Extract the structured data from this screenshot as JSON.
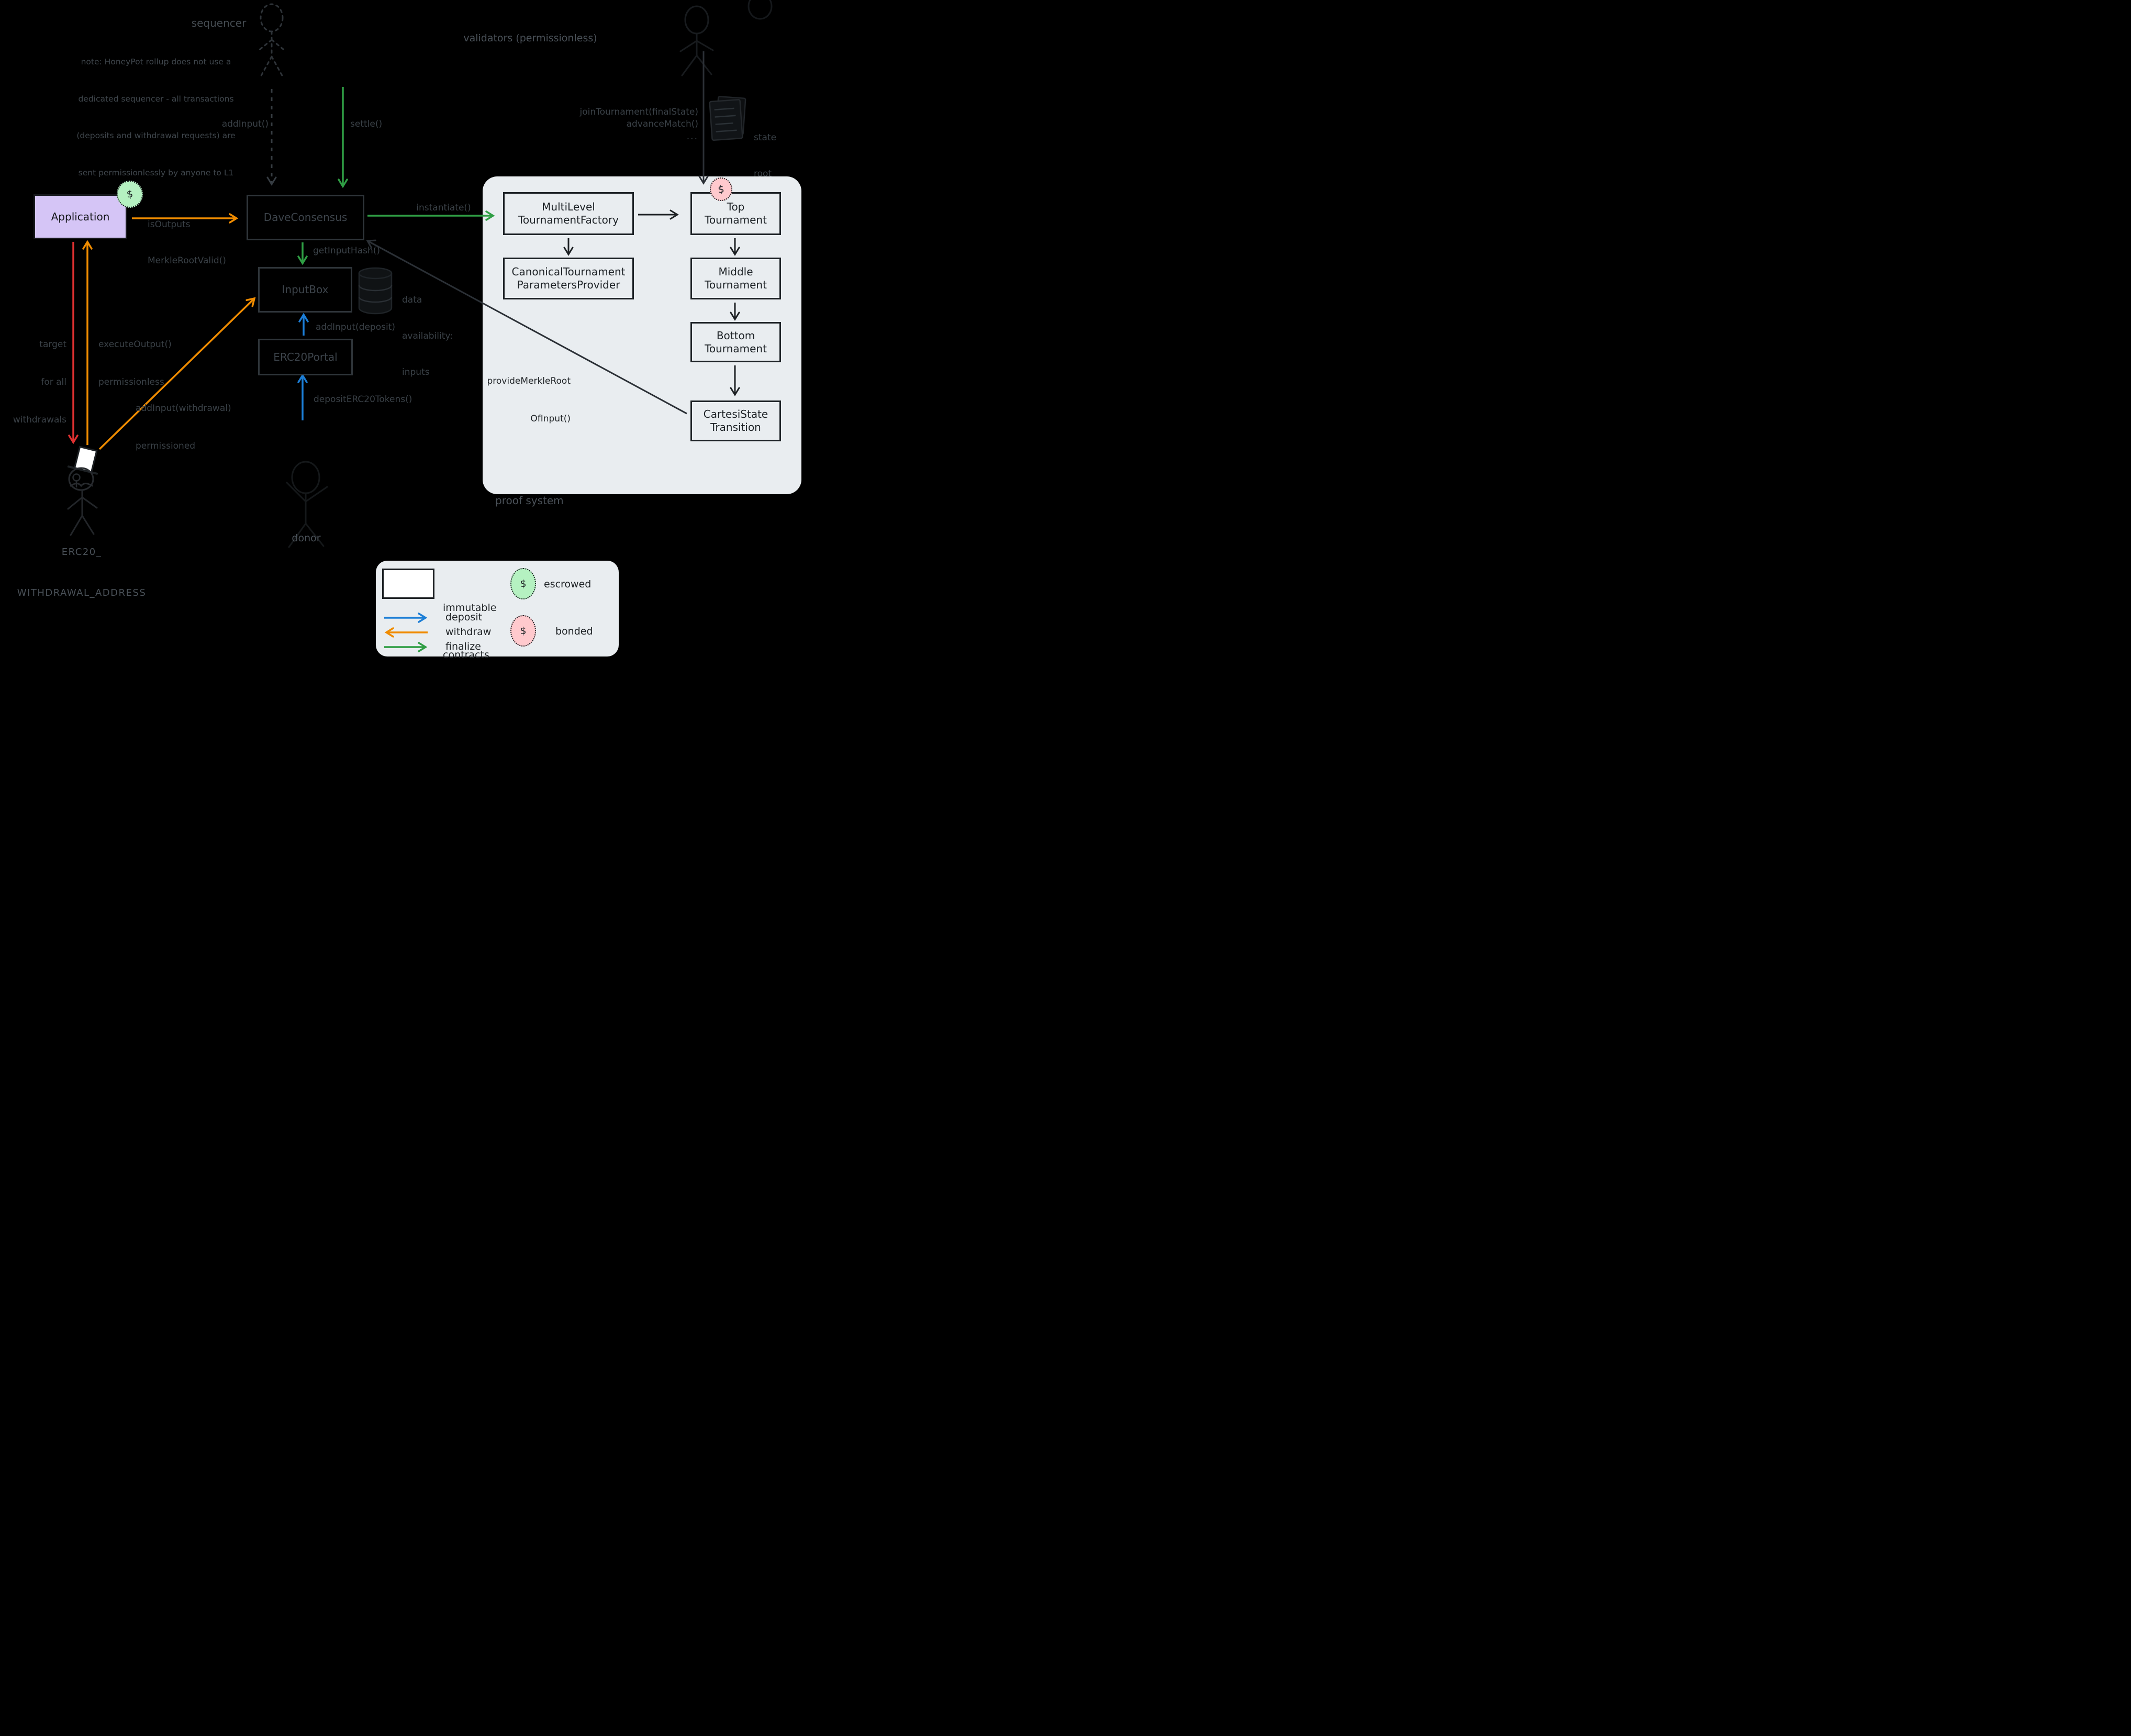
{
  "colors": {
    "background": "#000000",
    "application_fill": "#d5c5f6",
    "panel_fill": "#e9edf0",
    "escrowed_fill": "#b5f1c1",
    "bonded_fill": "#ffc9cd",
    "deposit_blue": "#1c7ed6",
    "withdraw_orange": "#f08c00",
    "finalize_green": "#2f9e44",
    "target_red": "#e03131"
  },
  "sequencer": {
    "title": "sequencer",
    "note_lines": [
      "note: HoneyPot rollup does not use a",
      "dedicated sequencer - all transactions",
      "(deposits and withdrawal requests) are",
      "sent permissionlessly by anyone to L1"
    ],
    "add_input_label": "addInput()"
  },
  "validators": {
    "label": "validators (permissionless)",
    "settle_label": "settle()",
    "join_tournament_label": "joinTournament(finalState)",
    "advance_match_label": "advanceMatch()",
    "ellipsis": "...",
    "state_root_lines": [
      "state",
      "root"
    ]
  },
  "application": {
    "label": "Application",
    "escrow_symbol": "$",
    "is_outputs_lines": [
      "isOutputs",
      "MerkleRootValid()"
    ]
  },
  "dave_consensus": {
    "label": "DaveConsensus",
    "instantiate_label": "instantiate()",
    "get_input_hash_label": "getInputHash()"
  },
  "input_box": {
    "label": "InputBox",
    "data_availability_lines": [
      "data",
      "availability:",
      "inputs"
    ],
    "add_input_deposit_label": "addInput(deposit)"
  },
  "erc20_portal": {
    "label": "ERC20Portal",
    "deposit_label": "depositERC20Tokens()"
  },
  "donor": {
    "label": "donor"
  },
  "withdrawal": {
    "target_lines": [
      "target",
      "for all",
      "withdrawals"
    ],
    "execute_output_lines": [
      "executeOutput()",
      "permissionless"
    ],
    "add_input_withdrawal_lines": [
      "addInput(withdrawal)",
      "permissioned"
    ],
    "address_lines": [
      "ERC20_",
      "WITHDRAWAL_ADDRESS"
    ]
  },
  "proof_system": {
    "label": "proof system",
    "bond_symbol": "$",
    "factory_lines": [
      "MultiLevel",
      "TournamentFactory"
    ],
    "params_provider_lines": [
      "CanonicalTournament",
      "ParametersProvider"
    ],
    "top_lines": [
      "Top",
      "Tournament"
    ],
    "middle_lines": [
      "Middle",
      "Tournament"
    ],
    "bottom_lines": [
      "Bottom",
      "Tournament"
    ],
    "state_transition_lines": [
      "CartesiState",
      "Transition"
    ],
    "provide_merkle_lines": [
      "provideMerkleRoot",
      "OfInput()"
    ]
  },
  "legend": {
    "immutable_lines": [
      "immutable",
      "contracts"
    ],
    "escrowed_label": "escrowed",
    "bonded_label": "bonded",
    "deposit_label": "deposit",
    "withdraw_label": "withdraw",
    "finalize_label": "finalize",
    "escrow_symbol": "$",
    "bond_symbol": "$"
  }
}
